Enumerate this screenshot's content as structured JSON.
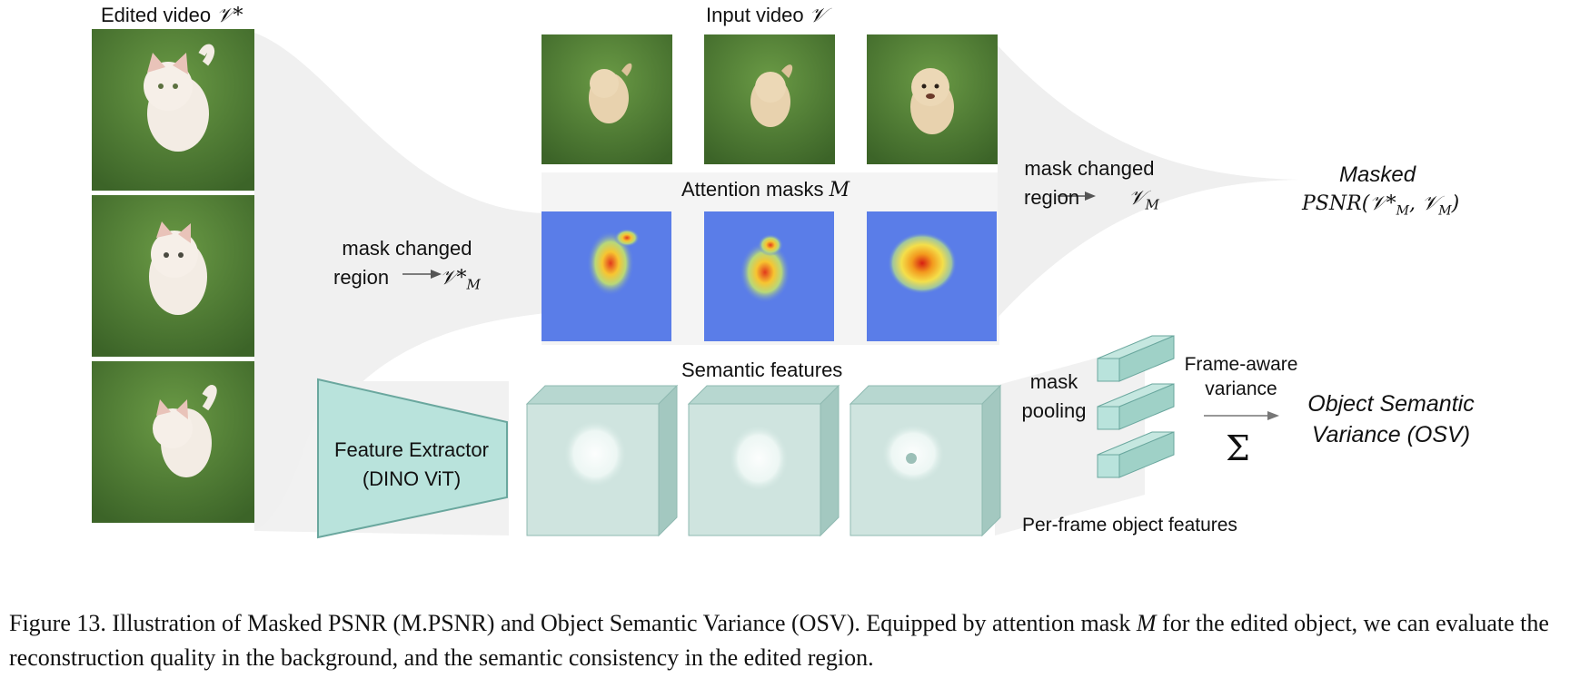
{
  "edited_video": {
    "title_text": "Edited video ",
    "title_symbol": "𝒱*"
  },
  "input_video": {
    "title_text": "Input video ",
    "title_symbol": "𝒱"
  },
  "attention": {
    "title_text": "Attention masks ",
    "title_symbol": "M"
  },
  "semantic": {
    "title": "Semantic features"
  },
  "mask_left": {
    "line1": "mask changed",
    "line2": "region",
    "symbol": "𝒱*",
    "sub": "M"
  },
  "mask_right": {
    "line1": "mask changed",
    "line2": "region",
    "symbol": "𝒱",
    "sub": "M"
  },
  "masked_psnr": {
    "label": "Masked",
    "formula": "PSNR(𝒱*",
    "formula_sub": "M",
    "formula_mid": ", 𝒱",
    "formula_sub2": "M",
    "formula_end": ")"
  },
  "extractor": {
    "line1": "Feature Extractor",
    "line2": "(DINO ViT)"
  },
  "pooling": {
    "line1": "mask",
    "line2": "pooling"
  },
  "per_frame": {
    "label": "Per-frame object features"
  },
  "variance": {
    "line1": "Frame-aware",
    "line2": "variance",
    "sigma": "Σ"
  },
  "osv": {
    "line1": "Object Semantic",
    "line2": "Variance (OSV)"
  },
  "caption": {
    "part1": "Figure 13. Illustration of Masked PSNR (M.PSNR) and Object Semantic Variance (OSV). Equipped by attention mask ",
    "math": "M",
    "part2": " for the edited object, we can evaluate the reconstruction quality in the background, and the semantic consistency in the edited region."
  },
  "colors": {
    "funnel": "#f0f0f0",
    "extractor": "#b9e3dc",
    "feature_block": "#cfe4df",
    "mask_blue": "#5a7de8",
    "grass": "#4f7a36"
  }
}
